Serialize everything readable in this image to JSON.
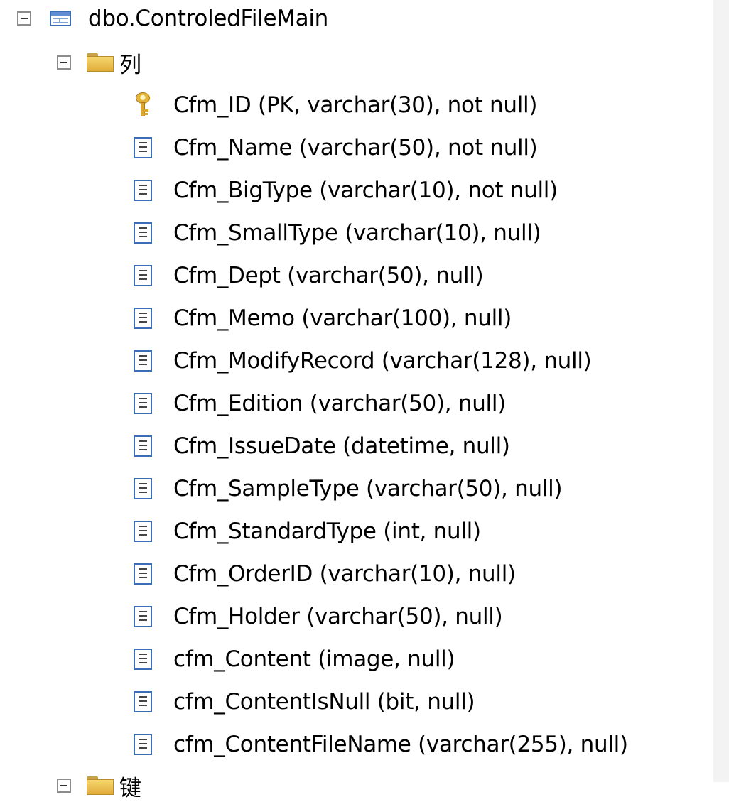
{
  "tree": {
    "table": {
      "label": "dbo.ControledFileMain",
      "icon": "table-icon"
    },
    "columns_folder": {
      "label": "列",
      "icon": "folder-icon"
    },
    "columns": [
      {
        "label": "Cfm_ID (PK, varchar(30), not null)",
        "icon": "primary-key-icon"
      },
      {
        "label": "Cfm_Name (varchar(50), not null)",
        "icon": "column-icon"
      },
      {
        "label": "Cfm_BigType (varchar(10), not null)",
        "icon": "column-icon"
      },
      {
        "label": "Cfm_SmallType (varchar(10), null)",
        "icon": "column-icon"
      },
      {
        "label": "Cfm_Dept (varchar(50), null)",
        "icon": "column-icon"
      },
      {
        "label": "Cfm_Memo (varchar(100), null)",
        "icon": "column-icon"
      },
      {
        "label": "Cfm_ModifyRecord (varchar(128), null)",
        "icon": "column-icon"
      },
      {
        "label": "Cfm_Edition (varchar(50), null)",
        "icon": "column-icon"
      },
      {
        "label": "Cfm_IssueDate (datetime, null)",
        "icon": "column-icon"
      },
      {
        "label": "Cfm_SampleType (varchar(50), null)",
        "icon": "column-icon"
      },
      {
        "label": "Cfm_StandardType (int, null)",
        "icon": "column-icon"
      },
      {
        "label": "Cfm_OrderID (varchar(10), null)",
        "icon": "column-icon"
      },
      {
        "label": "Cfm_Holder (varchar(50), null)",
        "icon": "column-icon"
      },
      {
        "label": "cfm_Content (image, null)",
        "icon": "column-icon"
      },
      {
        "label": "cfm_ContentIsNull (bit, null)",
        "icon": "column-icon"
      },
      {
        "label": "cfm_ContentFileName (varchar(255), null)",
        "icon": "column-icon"
      }
    ],
    "keys_folder": {
      "label": "键",
      "icon": "folder-icon"
    }
  }
}
